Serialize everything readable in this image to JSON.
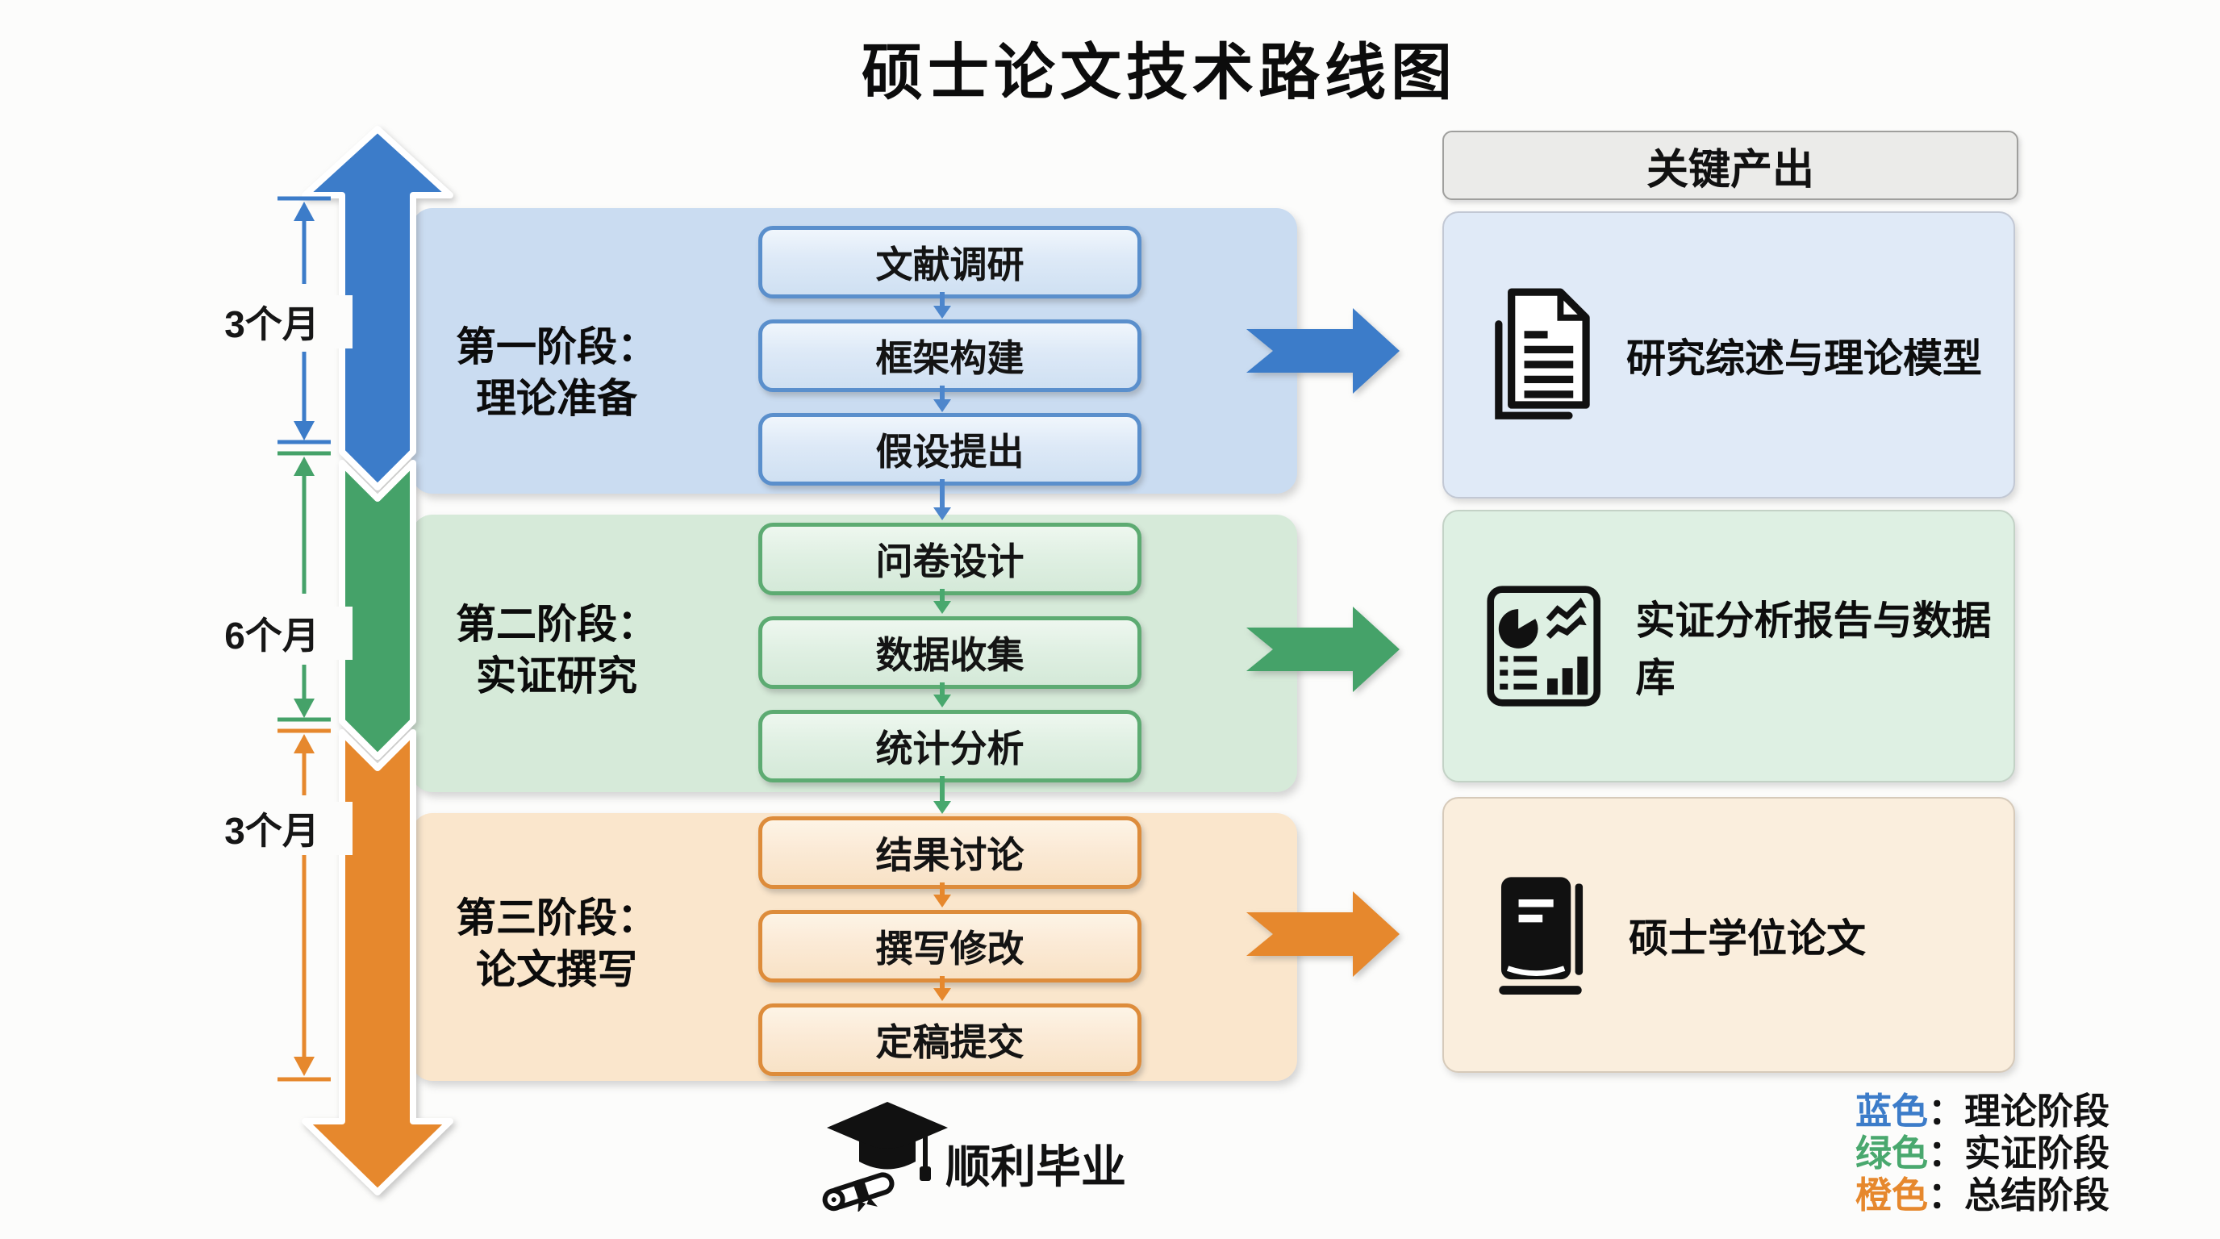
{
  "title": "硕士论文技术路线图",
  "timeline": {
    "durations": [
      "3个月",
      "6个月",
      "3个月"
    ]
  },
  "phases": [
    {
      "title_line1": "第一阶段：",
      "title_line2": "理论准备",
      "steps": [
        "文献调研",
        "框架构建",
        "假设提出"
      ]
    },
    {
      "title_line1": "第二阶段：",
      "title_line2": "实证研究",
      "steps": [
        "问卷设计",
        "数据收集",
        "统计分析"
      ]
    },
    {
      "title_line1": "第三阶段：",
      "title_line2": "论文撰写",
      "steps": [
        "结果讨论",
        "撰写修改",
        "定稿提交"
      ]
    }
  ],
  "outputs": {
    "header": "关键产出",
    "items": [
      {
        "icon": "document-icon",
        "label": "研究综述与理论模型"
      },
      {
        "icon": "analytics-report-icon",
        "label": "实证分析报告与数据库"
      },
      {
        "icon": "book-icon",
        "label": "硕士学位论文"
      }
    ]
  },
  "footer": {
    "icon": "graduation-cap-icon",
    "label": "顺利毕业"
  },
  "legend": [
    {
      "term": "蓝色",
      "separator": "：",
      "desc": "理论阶段",
      "color": "#3c7cc9"
    },
    {
      "term": "绿色",
      "separator": "：",
      "desc": "实证阶段",
      "color": "#49a86e"
    },
    {
      "term": "橙色",
      "separator": "：",
      "desc": "总结阶段",
      "color": "#e6882d"
    }
  ],
  "colors": {
    "blue": "#3c7cc9",
    "green": "#49a86e",
    "orange": "#e6882d"
  }
}
